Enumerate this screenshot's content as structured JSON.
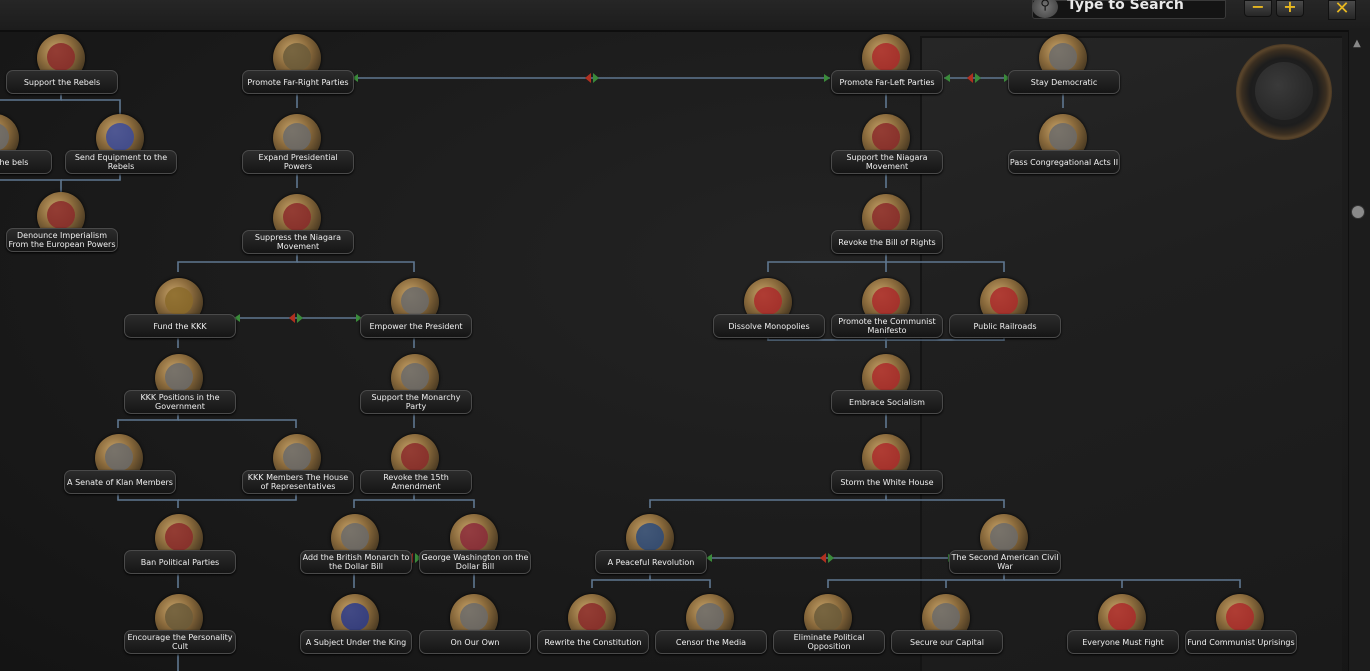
{
  "toolbar": {
    "search_placeholder": "Type to Search",
    "zoom_out_label": "−",
    "zoom_in_label": "+",
    "close_label": "✕"
  },
  "icons": {
    "search": "magnifier-icon",
    "close": "close-icon",
    "scroll_up": "arrow-up-icon"
  },
  "colors": {
    "background": "#1b1b1b",
    "label_text": "#f0f0f0",
    "line": "#5f7790",
    "accent_gold": "#e8b820"
  },
  "focuses": [
    {
      "id": "support_rebels",
      "label": "Support the Rebels",
      "icon": "fist-icon",
      "color": "#8a2a2a"
    },
    {
      "id": "manpower_rebels",
      "label": "ower to the bels",
      "icon": "fist-icon",
      "color": "#6a6a6a"
    },
    {
      "id": "equip_rebels",
      "label": "Send Equipment to the Rebels",
      "icon": "flag-fist-icon",
      "color": "#3a4a9a"
    },
    {
      "id": "denounce_imperialism",
      "label": "Denounce Imperialism From the European Powers",
      "icon": "fist-icon",
      "color": "#8a2a2a"
    },
    {
      "id": "far_right",
      "label": "Promote Far-Right Parties",
      "icon": "eagle-icon",
      "color": "#6a5a3a"
    },
    {
      "id": "presidential_powers",
      "label": "Expand Presidential Powers",
      "icon": "handshake-icon",
      "color": "#6a6a6a"
    },
    {
      "id": "suppress_niagara",
      "label": "Suppress the Niagara Movement",
      "icon": "fist-icon",
      "color": "#8a2a2a"
    },
    {
      "id": "fund_kkk",
      "label": "Fund the KKK",
      "icon": "cross-icon",
      "color": "#8a6a2a"
    },
    {
      "id": "empower_president",
      "label": "Empower the President",
      "icon": "fist-icon",
      "color": "#6a6a6a"
    },
    {
      "id": "kkk_government",
      "label": "KKK Positions in the Government",
      "icon": "handshake-icon",
      "color": "#6a6a6a"
    },
    {
      "id": "support_monarchy",
      "label": "Support the Monarchy Party",
      "icon": "crown-icon",
      "color": "#6a6a6a"
    },
    {
      "id": "senate_klan",
      "label": "A Senate of Klan Members",
      "icon": "hood-icon",
      "color": "#6a6a6a"
    },
    {
      "id": "kkk_house",
      "label": "KKK Members The House of Representatives",
      "icon": "capitol-icon",
      "color": "#6a6a6a"
    },
    {
      "id": "revoke_15th",
      "label": "Revoke the 15th Amendment",
      "icon": "fist-icon",
      "color": "#8a2a2a"
    },
    {
      "id": "ban_parties",
      "label": "Ban Political Parties",
      "icon": "star-icon",
      "color": "#8a2a2a"
    },
    {
      "id": "british_dollar",
      "label": "Add the British Monarch to the Dollar Bill",
      "icon": "crown-icon",
      "color": "#6a6a6a"
    },
    {
      "id": "washington_dollar",
      "label": "George Washington on the Dollar Bill",
      "icon": "crown-icon",
      "color": "#8a2a3a"
    },
    {
      "id": "personality_cult",
      "label": "Encourage the Personality Cult",
      "icon": "crowd-icon",
      "color": "#6a5a3a"
    },
    {
      "id": "subject_king",
      "label": "A Subject Under the King",
      "icon": "uk-flag-icon",
      "color": "#2a3a8a"
    },
    {
      "id": "on_our_own",
      "label": "On Our Own",
      "icon": "fist-icon",
      "color": "#6a6a6a"
    },
    {
      "id": "far_left",
      "label": "Promote Far-Left Parties",
      "icon": "star-icon",
      "color": "#aa2a2a"
    },
    {
      "id": "stay_democratic",
      "label": "Stay Democratic",
      "icon": "eagle-icon",
      "color": "#6a6a6a"
    },
    {
      "id": "congregational_acts",
      "label": "Pass Congregational Acts II",
      "icon": "capitol-icon",
      "color": "#6a6a6a"
    },
    {
      "id": "support_niagara",
      "label": "Support the Niagara Movement",
      "icon": "fist-icon",
      "color": "#8a2a2a"
    },
    {
      "id": "revoke_rights",
      "label": "Revoke the Bill of Rights",
      "icon": "handshake-icon",
      "color": "#8a2a2a"
    },
    {
      "id": "dissolve_monopolies",
      "label": "Dissolve Monopolies",
      "icon": "star-icon",
      "color": "#aa2a2a"
    },
    {
      "id": "communist_manifesto",
      "label": "Promote the Communist Manifesto",
      "icon": "star-icon",
      "color": "#aa2a2a"
    },
    {
      "id": "public_railroads",
      "label": "Public Railroads",
      "icon": "soviet-flag-icon",
      "color": "#aa2a2a"
    },
    {
      "id": "embrace_socialism",
      "label": "Embrace Socialism",
      "icon": "star-icon",
      "color": "#aa2a2a"
    },
    {
      "id": "storm_white_house",
      "label": "Storm the White House",
      "icon": "capitol-icon",
      "color": "#aa2a2a"
    },
    {
      "id": "peaceful_revolution",
      "label": "A Peaceful Revolution",
      "icon": "dove-icon",
      "color": "#2a4a7a"
    },
    {
      "id": "american_civil_war",
      "label": "The Second American Civil War",
      "icon": "fist-icon",
      "color": "#6a6a6a"
    },
    {
      "id": "rewrite_constitution",
      "label": "Rewrite the Constitution",
      "icon": "star-icon",
      "color": "#8a2a2a"
    },
    {
      "id": "censor_media",
      "label": "Censor the Media",
      "icon": "eagle-icon",
      "color": "#6a6a6a"
    },
    {
      "id": "eliminate_opposition",
      "label": "Eliminate Political Opposition",
      "icon": "handshake-icon",
      "color": "#6a5a3a"
    },
    {
      "id": "secure_capital",
      "label": "Secure our Capital",
      "icon": "capitol-icon",
      "color": "#6a6a6a"
    },
    {
      "id": "everyone_fight",
      "label": "Everyone Must Fight",
      "icon": "star-icon",
      "color": "#aa2a2a"
    },
    {
      "id": "fund_uprisings",
      "label": "Fund Communist Uprisings",
      "icon": "hammer-sickle-icon",
      "color": "#aa2a2a"
    }
  ]
}
